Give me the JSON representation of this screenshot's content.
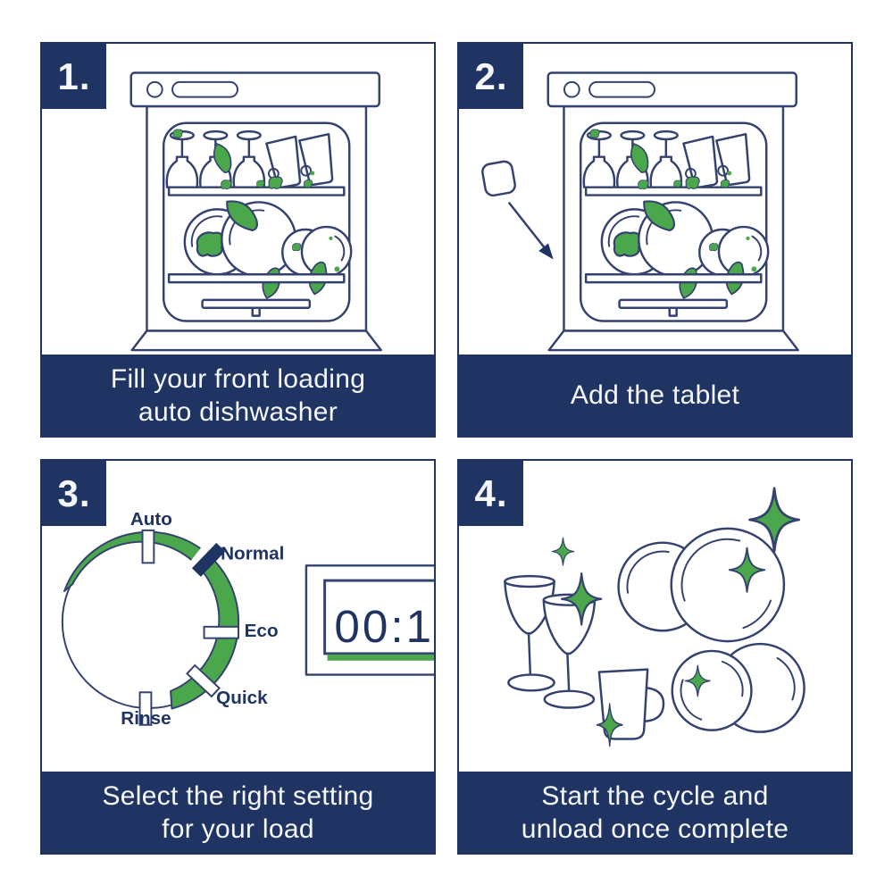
{
  "colors": {
    "navy": "#1f3462",
    "green": "#4ba74b",
    "line": "#35426f",
    "background": "#ffffff",
    "text_light": "#f5f7fb"
  },
  "panels": [
    {
      "number": "1.",
      "caption_lines": [
        "Fill your front loading",
        "auto dishwasher"
      ],
      "illustration": "dishwasher-loaded-with-dirty-dishes"
    },
    {
      "number": "2.",
      "caption_lines": [
        "Add the tablet"
      ],
      "illustration": "tablet-dropping-into-dishwasher"
    },
    {
      "number": "3.",
      "caption_lines": [
        "Select the right setting",
        "for your load"
      ],
      "illustration": "program-dial-and-timer",
      "dial": {
        "settings": [
          "Auto",
          "Normal",
          "Eco",
          "Quick",
          "Rinse"
        ],
        "selected": "Normal"
      },
      "timer_display": {
        "value": "00:1"
      }
    },
    {
      "number": "4.",
      "caption_lines": [
        "Start the cycle and",
        "unload once complete"
      ],
      "illustration": "sparkling-clean-dishes"
    }
  ],
  "icons": [
    "dishwasher-icon",
    "tablet-icon",
    "arrow-icon",
    "dial-icon",
    "timer-display",
    "wine-glass-icon",
    "tumbler-icon",
    "plate-icon",
    "mug-icon",
    "sparkle-icon",
    "food-debris-icon"
  ]
}
